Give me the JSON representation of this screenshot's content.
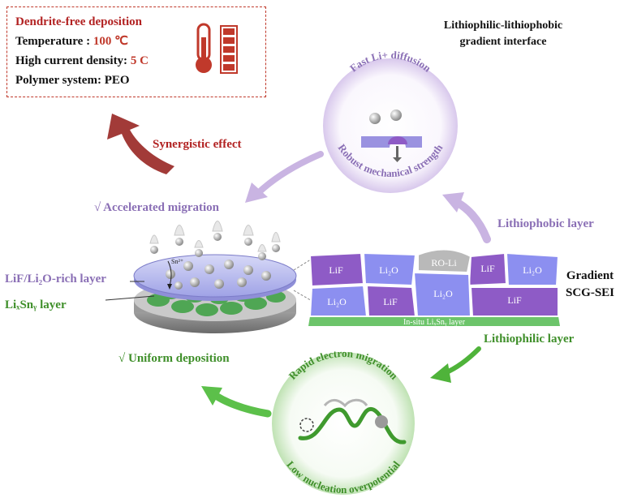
{
  "info_box": {
    "title": "Dendrite-free deposition",
    "temperature_label": "Temperature : ",
    "temperature_value": "100 ℃",
    "current_label": "High current density: ",
    "current_value": "5 C",
    "polymer": "Polymer system: PEO"
  },
  "title_line1": "Lithiophilic-lithiophobic",
  "title_line2": "gradient interface",
  "synergistic_effect": "Synergistic effect",
  "accelerated_migration": "√ Accelerated migration",
  "uniform_deposition": "√ Uniform deposition",
  "lithiophobic_layer": "Lithiophobic layer",
  "lithiophilic_layer": "Lithiophilic layer",
  "gradient_sei_line1": "Gradient",
  "gradient_sei_line2": "SCG-SEI",
  "lif_li2o_rich_layer": "LiF/Li₂O-rich layer",
  "lixsny_layer": "LiₓSnᵧ layer",
  "sn_ion_label": "Sn²⁺",
  "top_circle": {
    "top_text": "Fast Li+ diffusion",
    "bottom_text": "Robust mechanical strength"
  },
  "bottom_circle": {
    "top_text": "Rapid electron migration",
    "bottom_text": "Low nucleation overpotential"
  },
  "sei_blocks": {
    "lif_1": "LiF",
    "li2o_1": "Li₂O",
    "ro_li": "RO-Li",
    "lif_2": "LiF",
    "li2o_2": "Li₂O",
    "li2o_3": "Li₂O",
    "lif_3": "LiF",
    "li2o_4": "Li₂O",
    "lif_4": "LiF"
  },
  "in_situ_layer": "In-situ LiₓSnᵧ layer",
  "colors": {
    "red_accent": "#b22222",
    "purple_accent": "#8a6fb5",
    "green_accent": "#3f8f2a",
    "lif_fill": "#8e5bc6",
    "li2o_fill": "#8c8ff0",
    "ro_li_fill": "#b9b9b9",
    "in_situ_fill": "#6cc46a"
  }
}
